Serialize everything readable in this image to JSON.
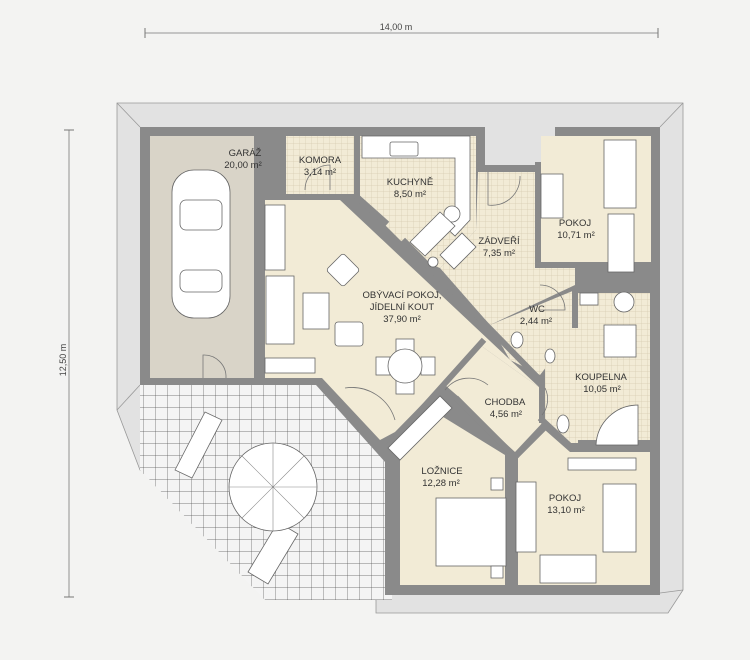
{
  "dimensions": {
    "width": "14,00 m",
    "depth": "12,50 m"
  },
  "rooms": [
    {
      "name": "GARÁŽ",
      "area": "20,00 m²"
    },
    {
      "name": "KOMORA",
      "area": "3,14 m²"
    },
    {
      "name": "KUCHYNĚ",
      "area": "8,50 m²"
    },
    {
      "name": "ZÁDVEŘÍ",
      "area": "7,35 m²"
    },
    {
      "name": "POKOJ",
      "area": "10,71 m²"
    },
    {
      "name": "OBÝVACÍ POKOJ,",
      "name2": "JÍDELNÍ KOUT",
      "area": "37,90 m²"
    },
    {
      "name": "WC",
      "area": "2,44 m²"
    },
    {
      "name": "KOUPELNA",
      "area": "10,05 m²"
    },
    {
      "name": "CHODBA",
      "area": "4,56 m²"
    },
    {
      "name": "LOŽNICE",
      "area": "12,28 m²"
    },
    {
      "name": "POKOJ",
      "area": "13,10 m²"
    }
  ],
  "colors": {
    "wall": "#8a8a8a",
    "floor": "#f2ebd6",
    "garage": "#d9d4c8",
    "roof": "#e2e2e2"
  }
}
